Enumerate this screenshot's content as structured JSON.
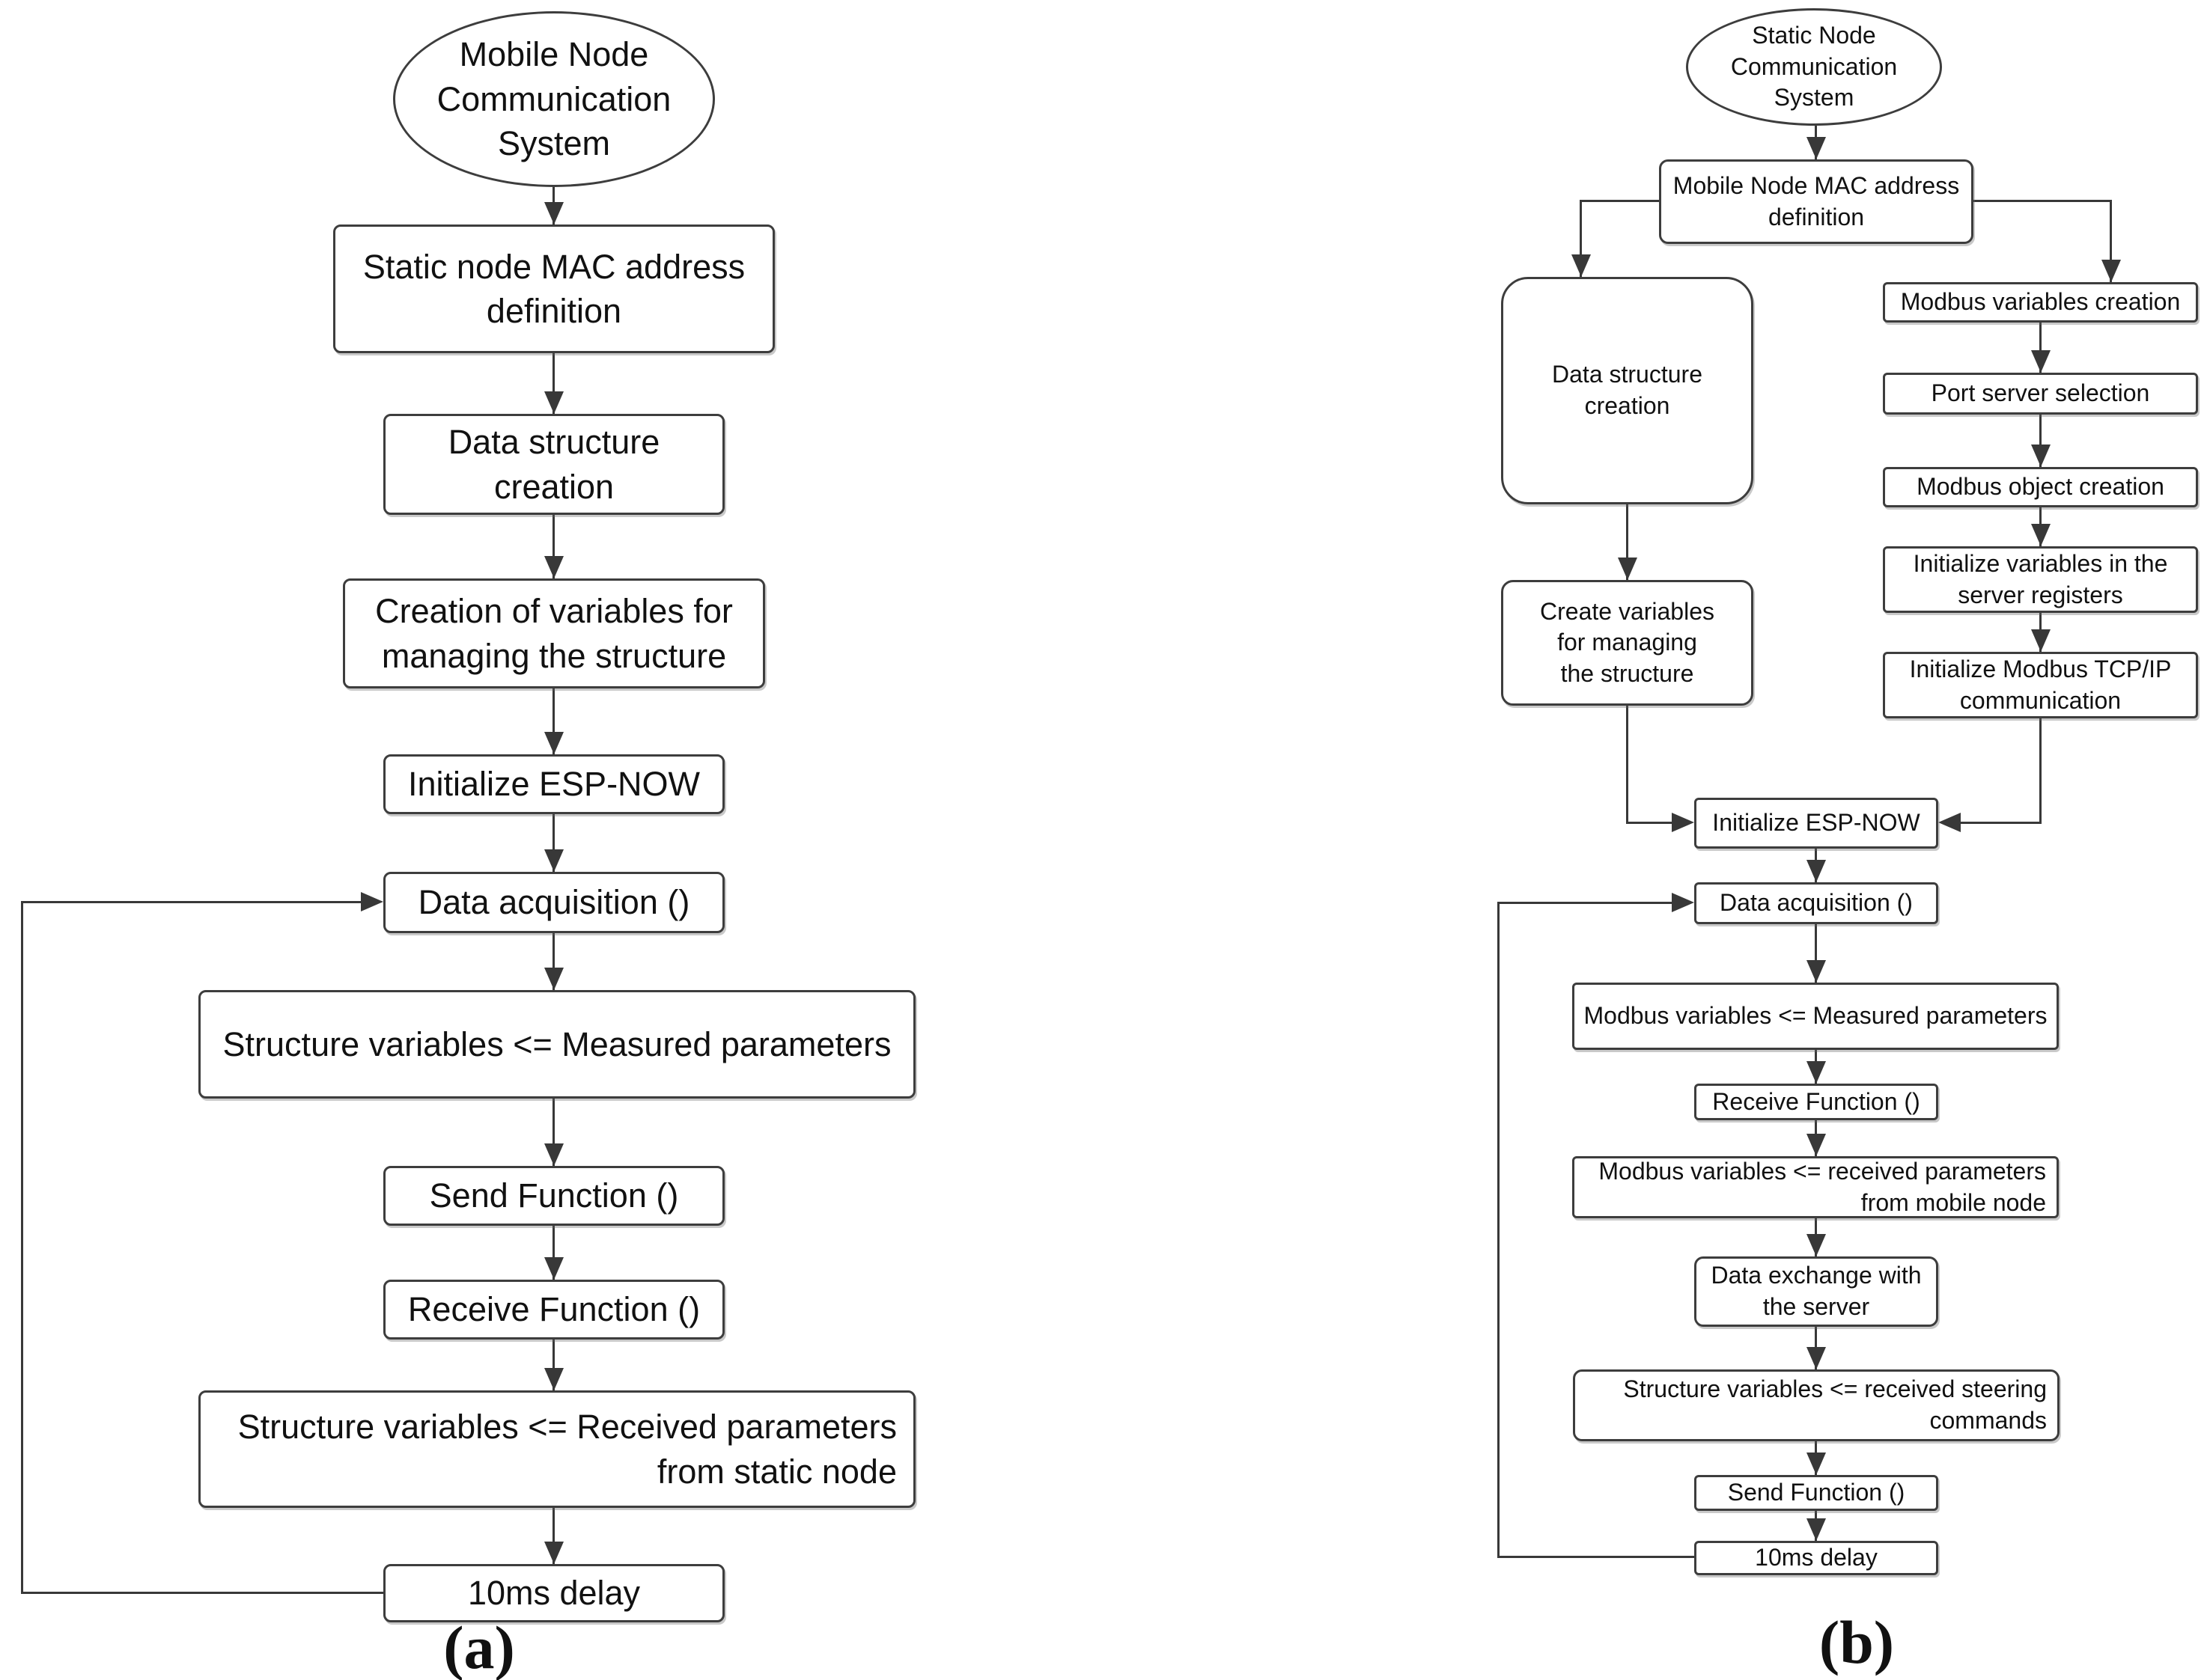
{
  "colors": {
    "background": "#ffffff",
    "line": "#383838",
    "box_border": "#3d3d3d",
    "text": "#111111"
  },
  "panel_a": {
    "label": "(a)",
    "nodes": {
      "start": "Mobile Node\nCommunication\nSystem",
      "static_mac": "Static node MAC address\ndefinition",
      "data_structure": "Data structure\ncreation",
      "create_vars": "Creation of variables for\nmanaging the structure",
      "init_espnow": "Initialize ESP-NOW",
      "data_acquisition": "Data acquisition ()",
      "struct_measured": "Structure variables <= Measured parameters",
      "send_function": "Send Function ()",
      "receive_function": "Receive Function ()",
      "struct_received": "Structure variables <= Received parameters\nfrom static node",
      "delay": "10ms delay"
    }
  },
  "panel_b": {
    "label": "(b)",
    "nodes": {
      "start": "Static Node\nCommunication\nSystem",
      "mobile_mac": "Mobile Node MAC address\ndefinition",
      "data_structure": "Data structure\ncreation",
      "create_vars": "Create variables\nfor managing\nthe structure",
      "modbus_vars": "Modbus variables creation",
      "port_server": "Port server selection",
      "modbus_object": "Modbus object creation",
      "init_vars_registers": "Initialize variables in the\nserver registers",
      "init_modbus_tcp": "Initialize Modbus TCP/IP\ncommunication",
      "init_espnow": "Initialize ESP-NOW",
      "data_acquisition": "Data acquisition ()",
      "modbus_measured": "Modbus variables <= Measured parameters",
      "receive_function": "Receive Function ()",
      "modbus_received": "Modbus variables <= received parameters\nfrom mobile node",
      "data_exchange": "Data exchange with\nthe server",
      "struct_steering": "Structure variables <= received steering\ncommands",
      "send_function": "Send Function ()",
      "delay": "10ms delay"
    }
  }
}
